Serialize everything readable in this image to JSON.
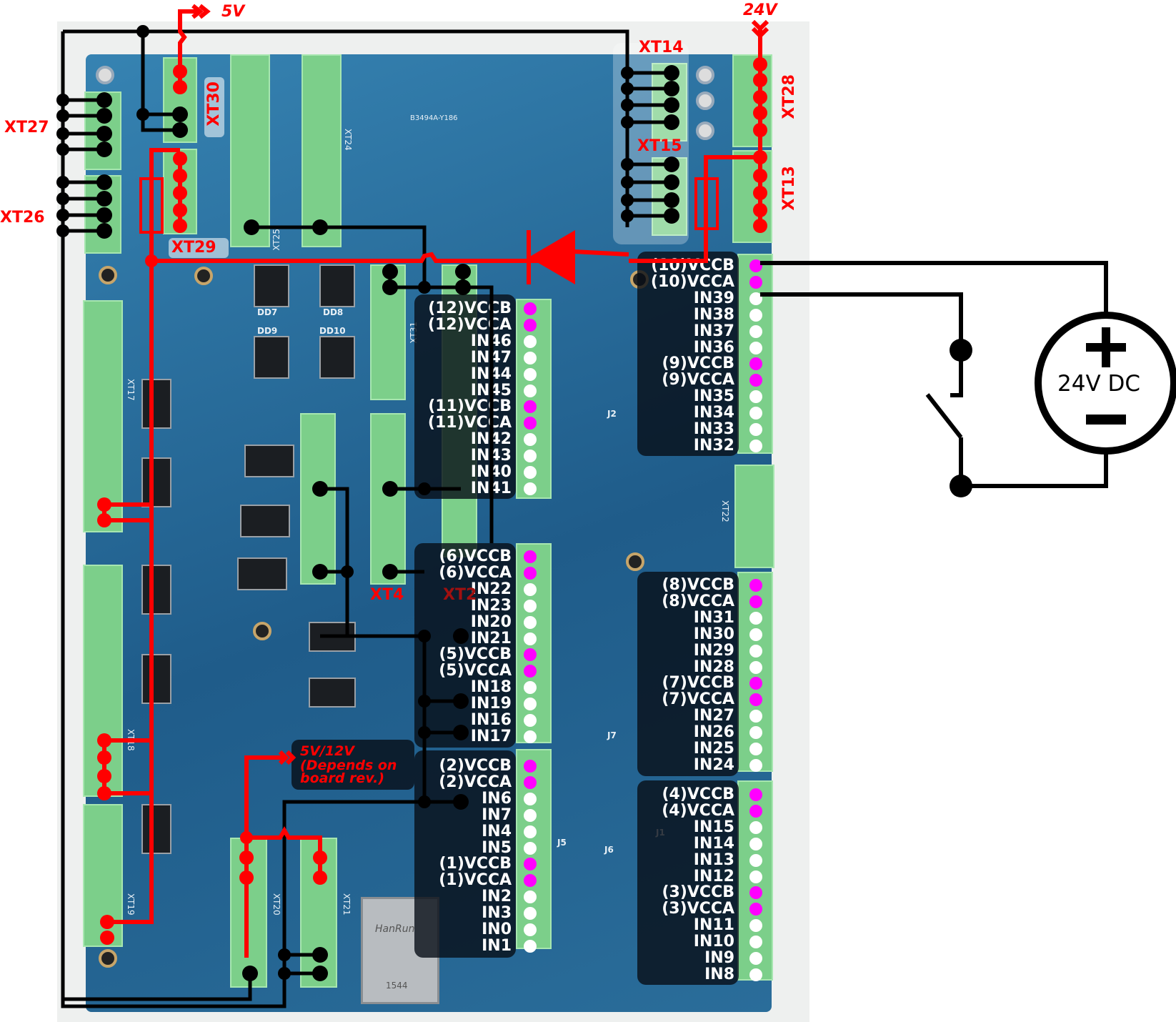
{
  "title": "Input wiring diagram for 24V controller board",
  "colors": {
    "power_wire": "#ff0000",
    "ground_wire": "#000000",
    "vcc_pin": "#ff00ff",
    "input_pin": "#ffffff",
    "board": "#2b6f9b",
    "terminal": "#7ccf8a",
    "label_panel": "rgba(8,14,22,0.80)"
  },
  "supply_labels": {
    "v5": "5V",
    "v24": "24V",
    "v5_12": "5V/12V",
    "v5_12_note_line1": "(Depends on",
    "v5_12_note_line2": "board rev.)"
  },
  "connectors": {
    "xt27": "XT27",
    "xt26": "XT26",
    "xt30": "XT30",
    "xt29": "XT29",
    "xt14": "XT14",
    "xt15": "XT15",
    "xt28": "XT28",
    "xt13": "XT13",
    "xt4": "XT4",
    "xt2": "XT2"
  },
  "silkscreen": {
    "dd7": "DD7",
    "dd8": "DD8",
    "dd9": "DD9",
    "dd10": "DD10",
    "xt31": "XT31",
    "xt20": "XT20",
    "xt21": "XT21",
    "xt17": "XT17",
    "xt18": "XT18",
    "xt19": "XT19",
    "xt22": "XT22",
    "xt24": "XT24",
    "xt25": "XT25",
    "j7": "J7",
    "j6": "J6",
    "j5": "J5",
    "j2": "J2",
    "j1": "J1",
    "pcb_code": "B3494A-Y186",
    "rj45": "HanRun",
    "rj45_code": "1544"
  },
  "pin_groups": [
    {
      "id": "group-12-11",
      "pins": [
        {
          "label": "(12)VCCB",
          "type": "vcc"
        },
        {
          "label": "(12)VCCA",
          "type": "vcc"
        },
        {
          "label": "IN46",
          "type": "in"
        },
        {
          "label": "IN47",
          "type": "in"
        },
        {
          "label": "IN44",
          "type": "in"
        },
        {
          "label": "IN45",
          "type": "in"
        },
        {
          "label": "(11)VCCB",
          "type": "vcc"
        },
        {
          "label": "(11)VCCA",
          "type": "vcc"
        },
        {
          "label": "IN42",
          "type": "in"
        },
        {
          "label": "IN43",
          "type": "in"
        },
        {
          "label": "IN40",
          "type": "in"
        },
        {
          "label": "IN41",
          "type": "in"
        }
      ]
    },
    {
      "id": "group-6-5",
      "pins": [
        {
          "label": "(6)VCCB",
          "type": "vcc"
        },
        {
          "label": "(6)VCCA",
          "type": "vcc"
        },
        {
          "label": "IN22",
          "type": "in"
        },
        {
          "label": "IN23",
          "type": "in"
        },
        {
          "label": "IN20",
          "type": "in"
        },
        {
          "label": "IN21",
          "type": "in"
        },
        {
          "label": "(5)VCCB",
          "type": "vcc"
        },
        {
          "label": "(5)VCCA",
          "type": "vcc"
        },
        {
          "label": "IN18",
          "type": "in"
        },
        {
          "label": "IN19",
          "type": "in"
        },
        {
          "label": "IN16",
          "type": "in"
        },
        {
          "label": "IN17",
          "type": "in"
        }
      ]
    },
    {
      "id": "group-2-1",
      "pins": [
        {
          "label": "(2)VCCB",
          "type": "vcc"
        },
        {
          "label": "(2)VCCA",
          "type": "vcc"
        },
        {
          "label": "IN6",
          "type": "in"
        },
        {
          "label": "IN7",
          "type": "in"
        },
        {
          "label": "IN4",
          "type": "in"
        },
        {
          "label": "IN5",
          "type": "in"
        },
        {
          "label": "(1)VCCB",
          "type": "vcc"
        },
        {
          "label": "(1)VCCA",
          "type": "vcc"
        },
        {
          "label": "IN2",
          "type": "in"
        },
        {
          "label": "IN3",
          "type": "in"
        },
        {
          "label": "IN0",
          "type": "in"
        },
        {
          "label": "IN1",
          "type": "in"
        }
      ]
    },
    {
      "id": "group-10-9",
      "pins": [
        {
          "label": "(10)VCCB",
          "type": "vcc"
        },
        {
          "label": "(10)VCCA",
          "type": "vcc"
        },
        {
          "label": "IN39",
          "type": "in"
        },
        {
          "label": "IN38",
          "type": "in"
        },
        {
          "label": "IN37",
          "type": "in"
        },
        {
          "label": "IN36",
          "type": "in"
        },
        {
          "label": "(9)VCCB",
          "type": "vcc"
        },
        {
          "label": "(9)VCCA",
          "type": "vcc"
        },
        {
          "label": "IN35",
          "type": "in"
        },
        {
          "label": "IN34",
          "type": "in"
        },
        {
          "label": "IN33",
          "type": "in"
        },
        {
          "label": "IN32",
          "type": "in"
        }
      ]
    },
    {
      "id": "group-8-7",
      "pins": [
        {
          "label": "(8)VCCB",
          "type": "vcc"
        },
        {
          "label": "(8)VCCA",
          "type": "vcc"
        },
        {
          "label": "IN31",
          "type": "in"
        },
        {
          "label": "IN30",
          "type": "in"
        },
        {
          "label": "IN29",
          "type": "in"
        },
        {
          "label": "IN28",
          "type": "in"
        },
        {
          "label": "(7)VCCB",
          "type": "vcc"
        },
        {
          "label": "(7)VCCA",
          "type": "vcc"
        },
        {
          "label": "IN27",
          "type": "in"
        },
        {
          "label": "IN26",
          "type": "in"
        },
        {
          "label": "IN25",
          "type": "in"
        },
        {
          "label": "IN24",
          "type": "in"
        }
      ]
    },
    {
      "id": "group-4-3",
      "pins": [
        {
          "label": "(4)VCCB",
          "type": "vcc"
        },
        {
          "label": "(4)VCCA",
          "type": "vcc"
        },
        {
          "label": "IN15",
          "type": "in"
        },
        {
          "label": "IN14",
          "type": "in"
        },
        {
          "label": "IN13",
          "type": "in"
        },
        {
          "label": "IN12",
          "type": "in"
        },
        {
          "label": "(3)VCCB",
          "type": "vcc"
        },
        {
          "label": "(3)VCCA",
          "type": "vcc"
        },
        {
          "label": "IN11",
          "type": "in"
        },
        {
          "label": "IN10",
          "type": "in"
        },
        {
          "label": "IN9",
          "type": "in"
        },
        {
          "label": "IN8",
          "type": "in"
        }
      ]
    }
  ],
  "external_circuit": {
    "source_label": "24V DC",
    "plus_symbol": "+",
    "minus_symbol": "−",
    "switch": "normally-open switch between IN39 and supply negative",
    "connections": [
      "(10)VCCB → +24V",
      "IN39 → switch → −24V"
    ]
  }
}
